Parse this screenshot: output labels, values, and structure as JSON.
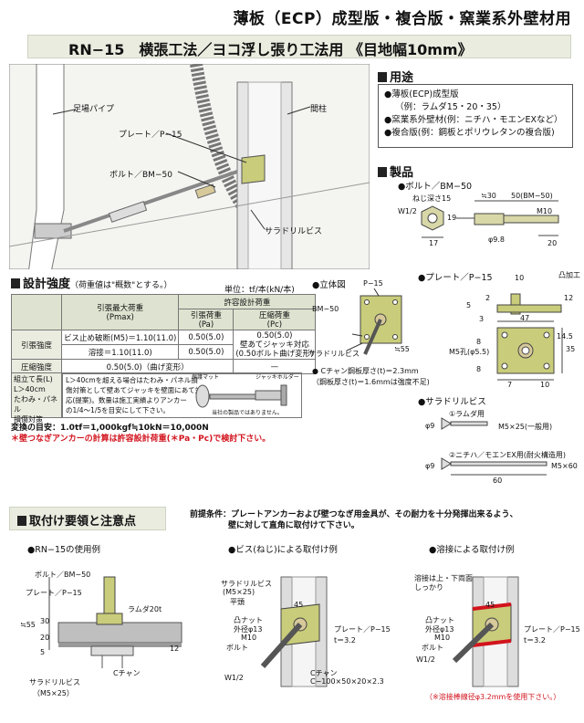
{
  "header": {
    "category": "薄板（ECP）成型版・複合版・窯業系外壁材用",
    "model_line": "RN−15　横張工法／ヨコ浮し張り工法用 《目地幅10mm》"
  },
  "illustration": {
    "scaffold_pipe": "足場パイプ",
    "plate": "プレート／P−15",
    "bolt": "ボルト／BM−50",
    "stud": "間柱",
    "drill_screw": "サラドリルビス"
  },
  "uses": {
    "title": "用途",
    "items": [
      "●薄板(ECP)成型版",
      "（例：ラムダ15・20・35）",
      "●窯業系外壁材(例：ニチハ・モエンEXなど）",
      "●複合版(例：鋼板とポリウレタンの複合版)"
    ]
  },
  "products": {
    "title": "製品",
    "bolt_title": "●ボルト／BM−50",
    "bolt_labels": {
      "depth": "ねじ深さ15",
      "w": "W1/2",
      "d19": "19",
      "d17": "17",
      "a30": "≒30",
      "a50": "50(BM−50)",
      "m10": "M10",
      "phi98": "φ9.8",
      "a20": "20"
    }
  },
  "strength": {
    "title": "設計強度",
    "note": "（荷重値は\"概数\"とする。）",
    "unit": "単位：tf/本(kN/本)",
    "head": {
      "max": "引張最大荷重",
      "max_sub": "(Pmax)",
      "allow": "許容設計荷重",
      "pa": "引張荷重",
      "pa_sub": "(Pa)",
      "pc": "圧縮荷重",
      "pc_sub": "(Pc)"
    },
    "rows": {
      "tension": "引張強度",
      "r1": "ビス止め破断(M5)＝1.10(11.0)",
      "r1a": "0.50(5.0)",
      "r2": "溶接＝1.10(11.0)",
      "r2a": "0.50(5.0)",
      "pc1": "0.50(5.0)",
      "pc2": "壁あてジャッキ対応",
      "pc3": "(0.50ボルト曲げ変形)",
      "compression": "圧縮強度",
      "c1": "0.50(5.0)（曲げ変形）",
      "c2": "—"
    },
    "side": [
      "組立て長(L)",
      "L＞40cm",
      "たわみ・パネル",
      "損傷対策"
    ],
    "side_text": [
      "L＞40cmを超える場合はたわみ・パネル損",
      "傷対策として壁あてジャッキを壁面にあて対",
      "応(提案)。数量は施工実績よりアンカー",
      "の1/4〜1/5を目安にして下さい。"
    ],
    "mat": "保護マット",
    "jack": "ジャッキホルダー",
    "no_sale": "当社の製品ではありません。",
    "conversion": "変換の目安：1.0tf＝1,000kgf≒10kN＝10,000N",
    "warning": "＊壁つなぎアンカーの計算は許容設計荷重(＊Pa・Pc)で検討下さい。"
  },
  "iso": {
    "title": "●立体図",
    "p15": "P−15",
    "bm50": "BM−50",
    "screw": "サラドリルビス",
    "dim": "≒55",
    "note1": "● Cチャン鋼板厚さ(t)＝2.3mm",
    "note2": "（鋼板厚さ(t)＝1.6mmは強度不足)"
  },
  "plate": {
    "title": "●プレート／P−15",
    "convex": "凸加工",
    "d10": "10",
    "d12": "12",
    "d5": "5",
    "d2": "2",
    "d3": "3",
    "d47": "47",
    "d8a": "8",
    "d145": "14.5",
    "d35": "35",
    "d8b": "8",
    "d7": "7",
    "d10b": "10",
    "hole": "M5孔(φ5.5)"
  },
  "screw": {
    "title": "●サラドリルビス",
    "t1": "①ラムダ用",
    "s1": "M5×25(一般用)",
    "t2": "②ニチハ／モエンEX用(耐火構造用)",
    "s2": "M5×60",
    "d60": "60",
    "phi9": "φ9"
  },
  "install": {
    "title": "取付け要領と注意点",
    "premise1": "前提条件：プレートアンカーおよび壁つなぎ用金具が、その耐力を十分発揮出来るよう、",
    "premise2": "壁に対して直角に取付けて下さい。",
    "ex1": {
      "title": "●RN−15の使用例",
      "bolt": "ボルト／BM−50",
      "plate": "プレート／P−15",
      "lambda": "ラムダ20t",
      "d55": "≒55",
      "d30": "30",
      "d20": "20",
      "d12": "12",
      "d5": "5",
      "cchan": "Cチャン",
      "screw": "サラドリルビス",
      "screw_size": "（M5×25）"
    },
    "ex2": {
      "title": "●ビス(ねじ)による取付け例",
      "screw": "サラドリルビス",
      "size": "(M5×25)",
      "flat": "平頭",
      "d45": "45",
      "nut": "凸ナット",
      "nut_d": "外径φ13",
      "m10": "M10",
      "bolt": "ボルト",
      "w12": "W1/2",
      "plate": "プレート／P−15",
      "t": "t＝3.2",
      "cchan": "Cチャン",
      "cspec": "C−100×50×20×2.3"
    },
    "ex3": {
      "title": "●溶接による取付け例",
      "weld1": "溶接は上・下両面",
      "weld2": "しっかり",
      "d45": "45",
      "nut": "凸ナット",
      "nut_d": "外径φ13",
      "m10": "M10",
      "bolt": "ボルト",
      "w12": "W1/2",
      "plate": "プレート／P−15",
      "t": "t＝3.2",
      "weld_note": "（※溶接棒線径φ3.2mmを使用下さい。）"
    }
  },
  "colors": {
    "accent_bg": "#e9ecdf",
    "red": "#d2141e",
    "plate": "#c9cc7a"
  }
}
